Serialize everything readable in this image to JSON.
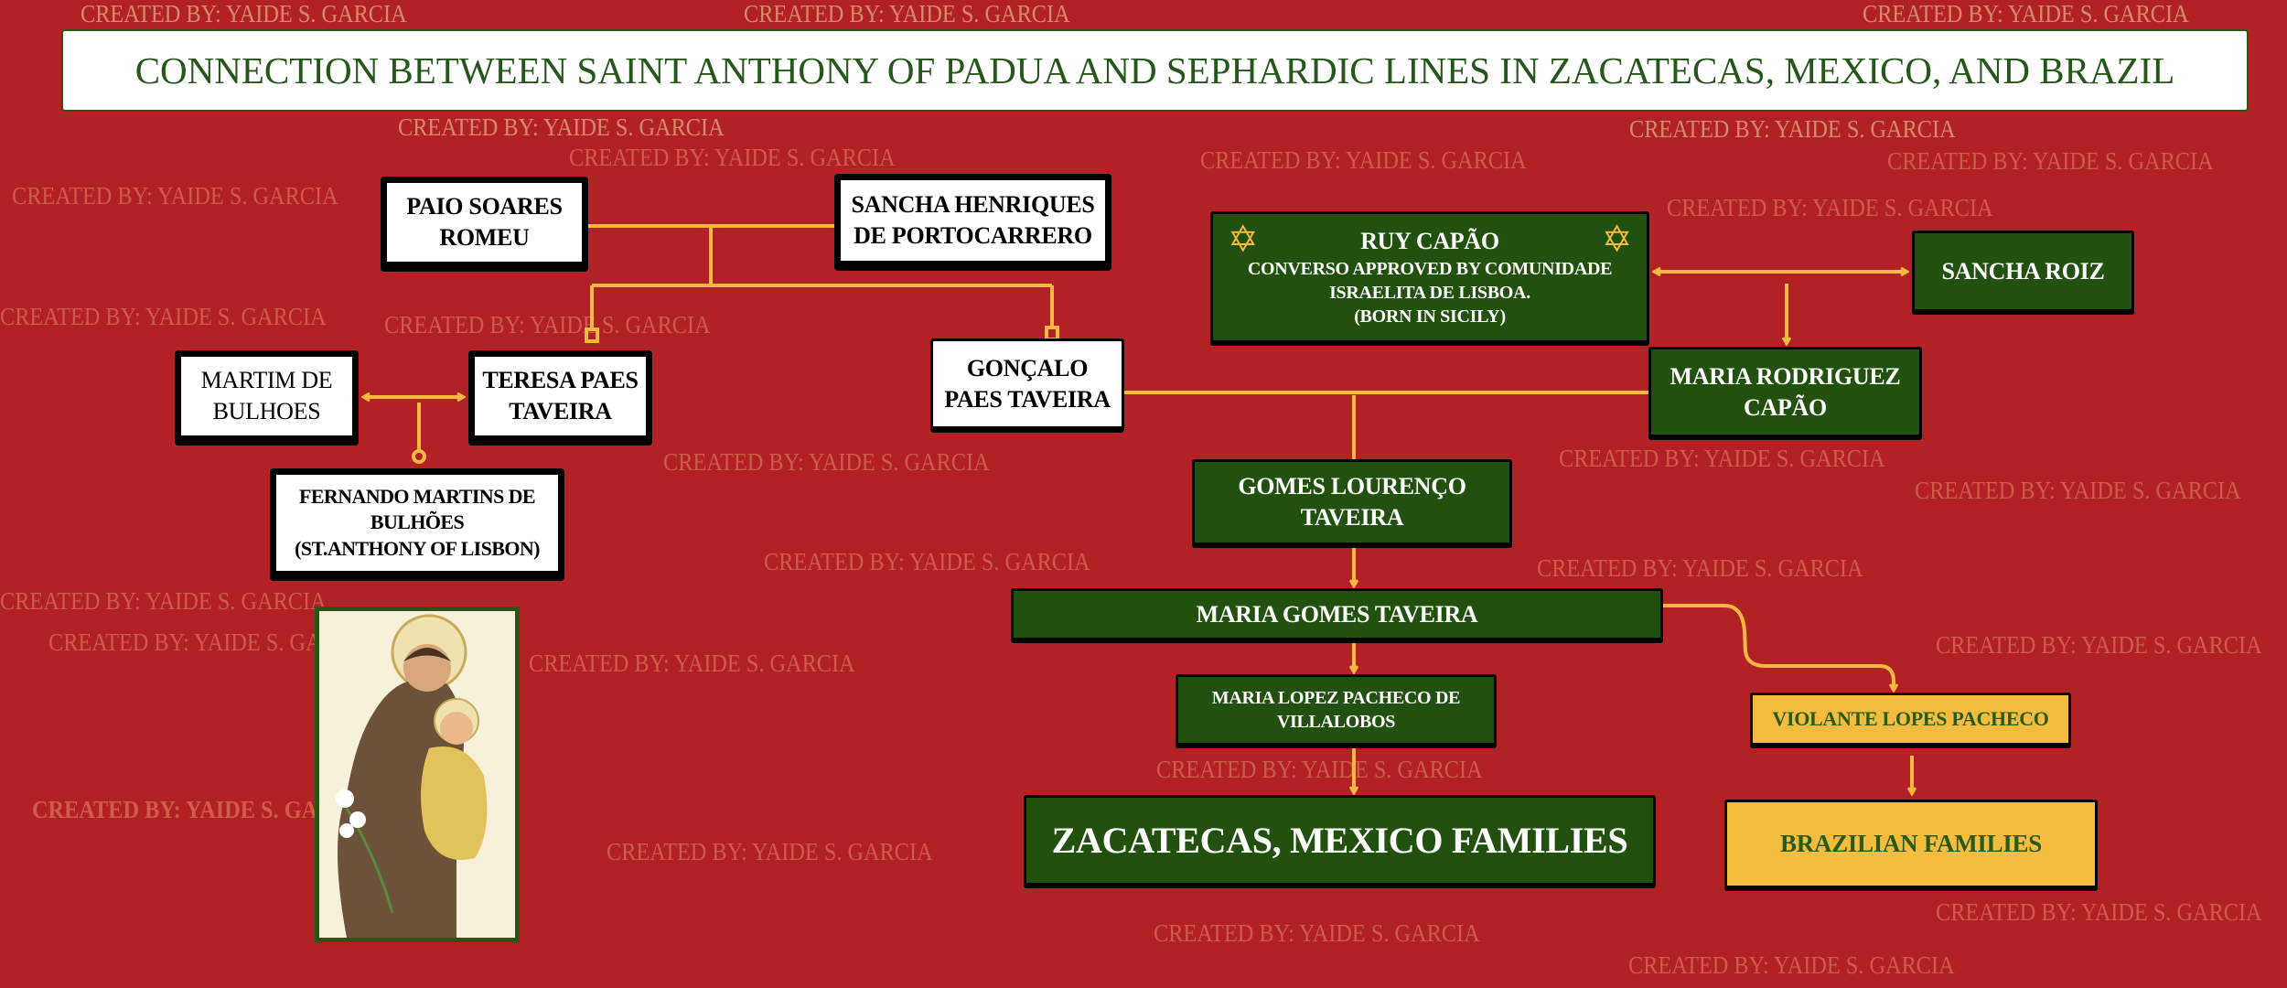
{
  "title": "CONNECTION BETWEEN SAINT ANTHONY OF PADUA AND SEPHARDIC LINES IN ZACATECAS, MEXICO, AND BRAZIL",
  "watermark": "CREATED BY: YAIDE S. GARCIA",
  "nodes": {
    "paio": [
      "PAIO SOARES",
      "ROMEU"
    ],
    "sancha_henriques": [
      "SANCHA HENRIQUES",
      "DE PORTOCARRERO"
    ],
    "martim": [
      "MARTIM DE",
      "BULHOES"
    ],
    "teresa": [
      "TERESA PAES",
      "TAVEIRA"
    ],
    "fernando": [
      "FERNANDO MARTINS DE",
      "BULHÕES",
      "(ST.ANTHONY OF LISBON)"
    ],
    "goncalo": [
      "GONÇALO",
      "PAES TAVEIRA"
    ],
    "ruy": {
      "name": "RUY CAPÃO",
      "lines": [
        "CONVERSO APPROVED BY COMUNIDADE",
        "ISRAELITA DE LISBOA.",
        "(BORN IN SICILY)"
      ],
      "icon": "star-of-david"
    },
    "sancha_roiz": "SANCHA ROIZ",
    "maria_rc": [
      "MARIA RODRIGUEZ",
      "CAPÃO"
    ],
    "gomes": [
      "GOMES LOURENÇO",
      "TAVEIRA"
    ],
    "maria_gt": "MARIA GOMES TAVEIRA",
    "maria_lpv": [
      "MARIA LOPEZ PACHECO DE",
      "VILLALOBOS"
    ],
    "zacatecas": "ZACATECAS, MEXICO FAMILIES",
    "violante": "VIOLANTE LOPES PACHECO",
    "brazilian": "BRAZILIAN FAMILIES"
  },
  "colors": {
    "background": "#b22124",
    "green": "#22510f",
    "gold": "#f4bd3f",
    "connector": "#f5b942"
  }
}
